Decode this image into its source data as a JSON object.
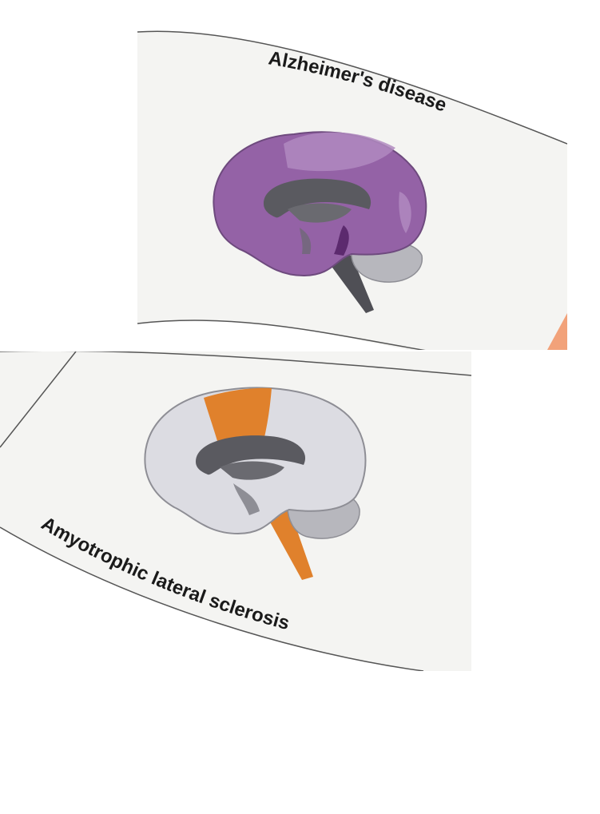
{
  "panels": [
    {
      "label": "Alzheimer's disease",
      "highlight_color": "#8e5aa0",
      "region": "widespread cortex and limbic structures"
    },
    {
      "label": "Amyotrophic lateral sclerosis",
      "highlight_color": "#e0812c",
      "region": "motor cortex and brainstem / spinal cord"
    }
  ],
  "icons": [
    "brain-sagittal-icon"
  ]
}
